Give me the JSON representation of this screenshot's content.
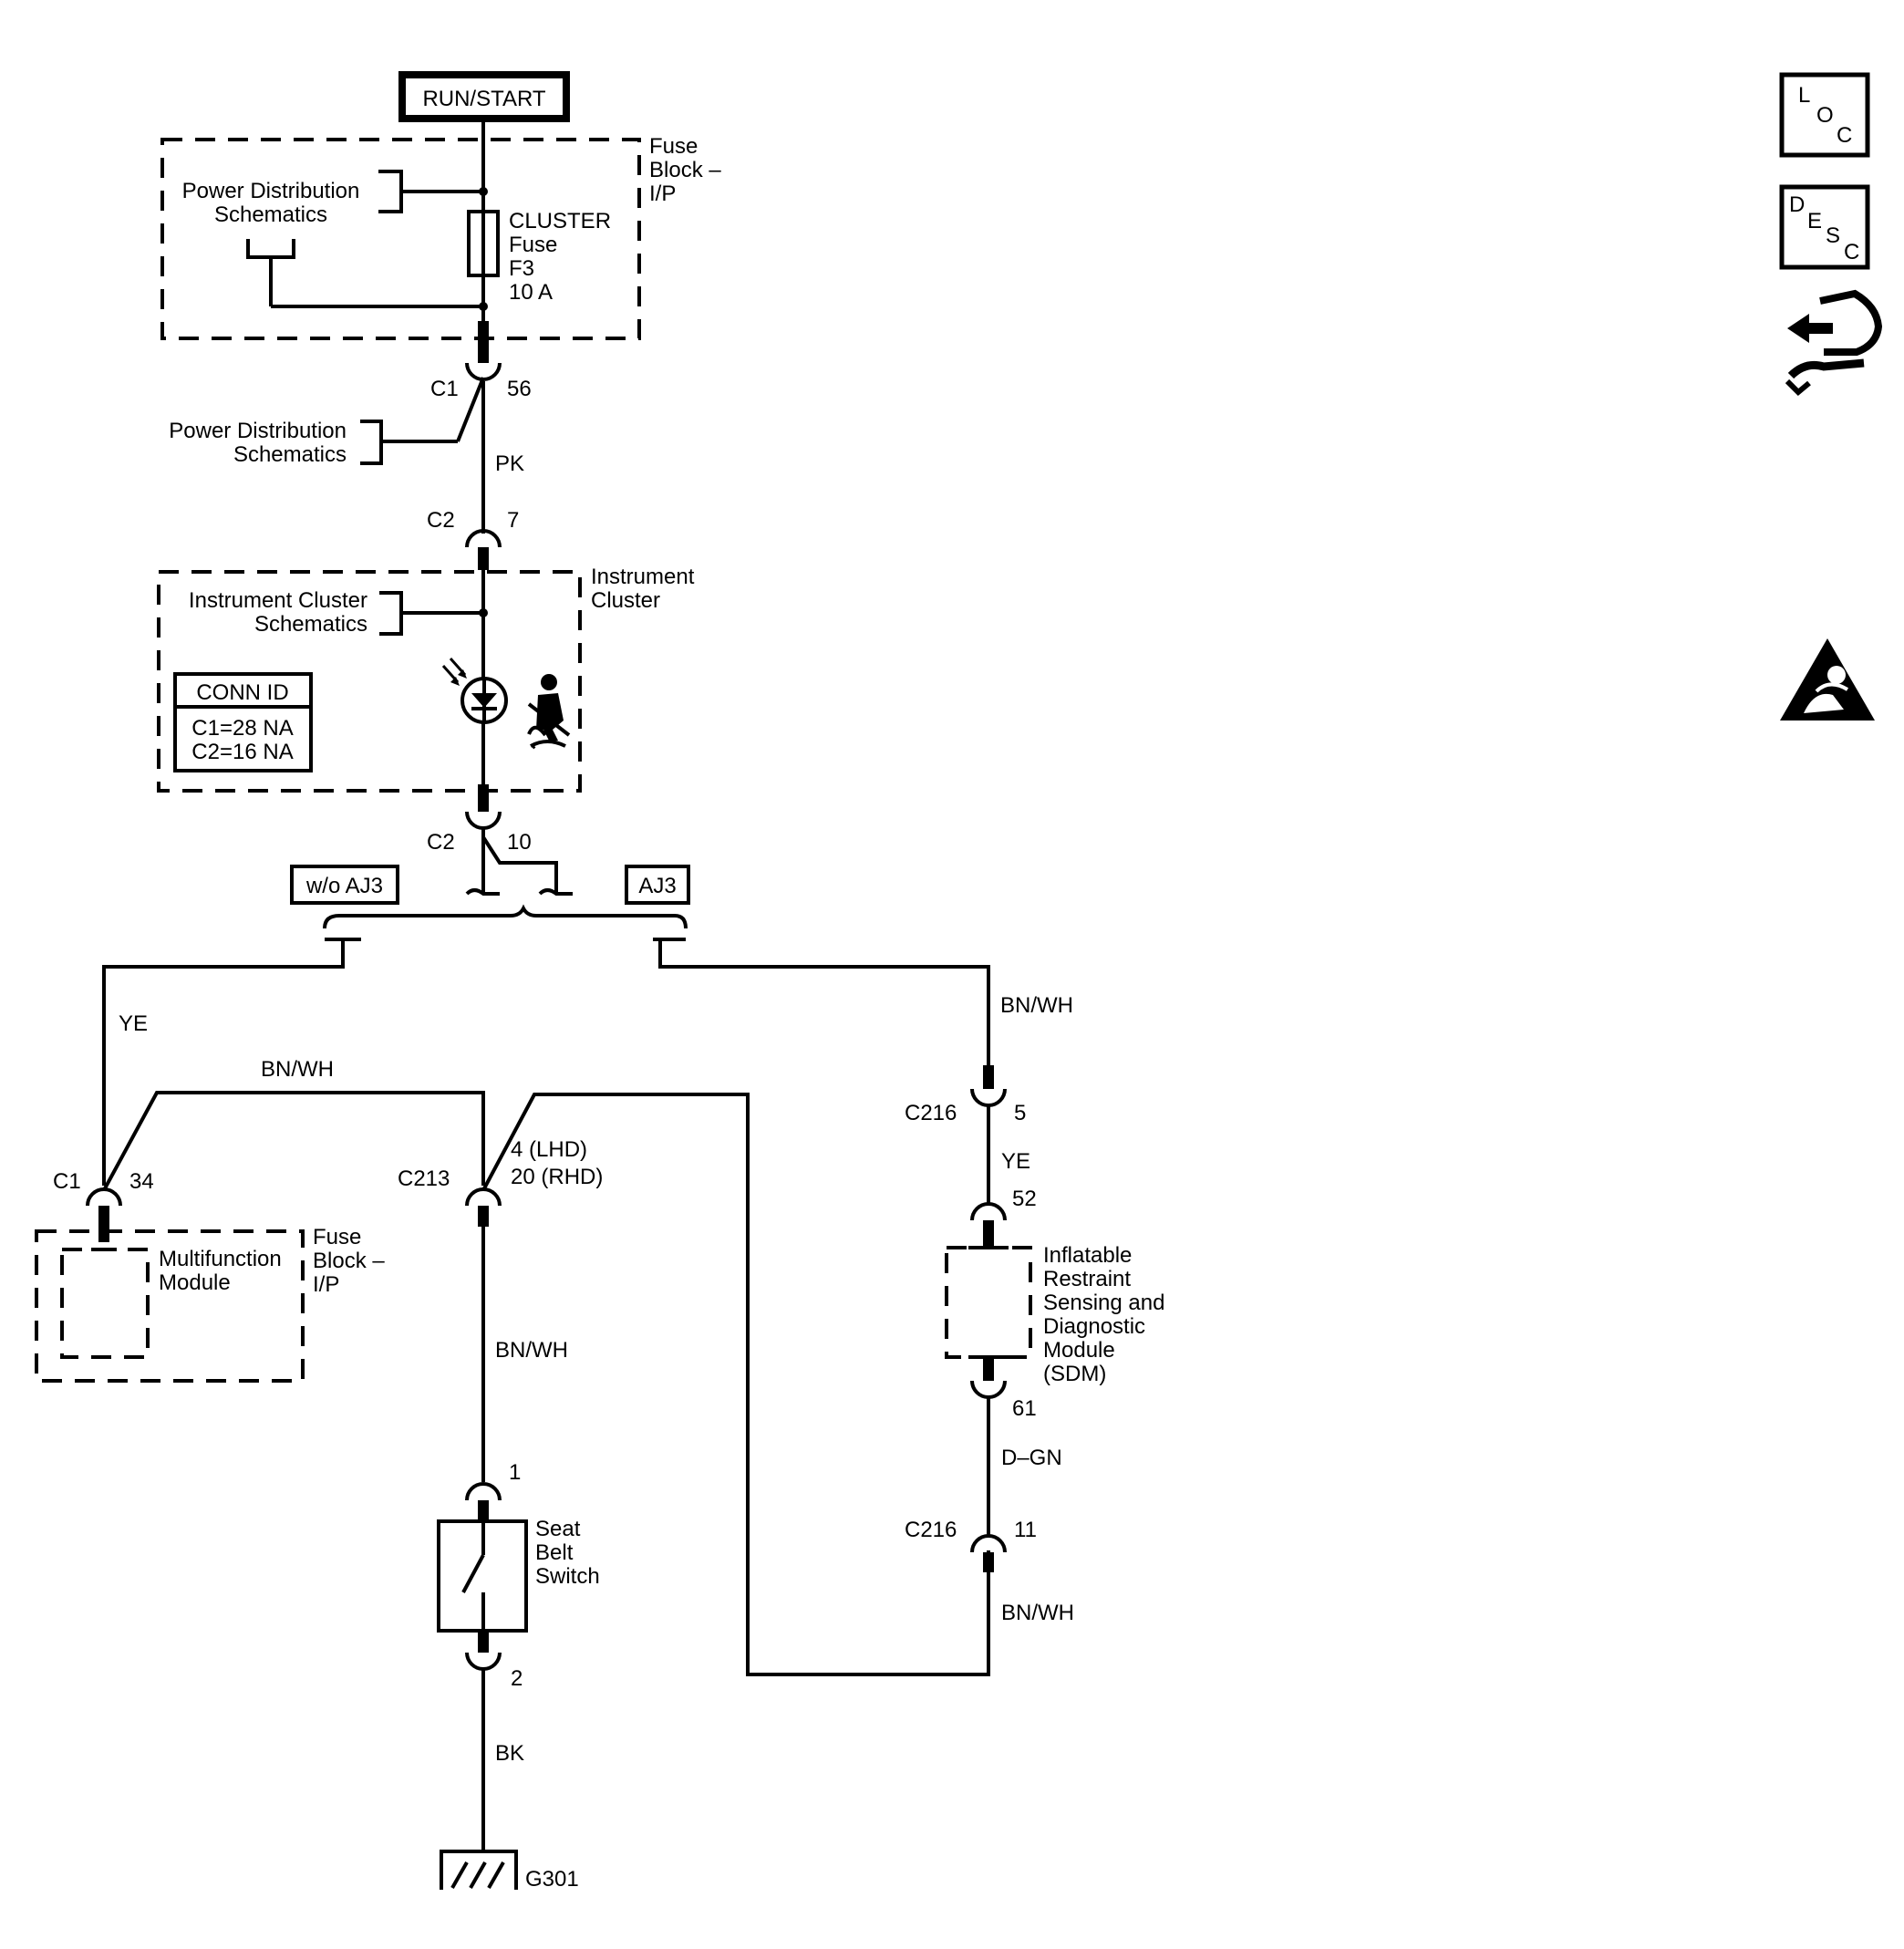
{
  "power": {
    "source": "RUN/START"
  },
  "fuse_block_top": {
    "title_lines": [
      "Fuse",
      "Block –",
      "I/P"
    ],
    "ref_lines": [
      "Power Distribution",
      "Schematics"
    ],
    "fuse_lines": [
      "CLUSTER",
      "Fuse",
      "F3",
      "10 A"
    ]
  },
  "conn_top": {
    "id": "C1",
    "pin": "56"
  },
  "ref_power_dist": {
    "lines": [
      "Power Distribution",
      "Schematics"
    ]
  },
  "wire_pk": "PK",
  "conn_c2_top": {
    "id": "C2",
    "pin": "7"
  },
  "instrument_cluster": {
    "title_lines": [
      "Instrument",
      "Cluster"
    ],
    "ref_lines": [
      "Instrument Cluster",
      "Schematics"
    ],
    "conn_id_header": "CONN ID",
    "conn_id_lines": [
      "C1=28 NA",
      "C2=16 NA"
    ]
  },
  "conn_c2_bottom": {
    "id": "C2",
    "pin": "10"
  },
  "options": {
    "left": "w/o AJ3",
    "right": "AJ3"
  },
  "wire_ye_left": "YE",
  "wire_bnwh_top": "BN/WH",
  "wire_bnwh_right": "BN/WH",
  "conn_c1_mfm": {
    "id": "C1",
    "pin": "34"
  },
  "conn_c213": {
    "id": "C213",
    "pin_lines": [
      "4 (LHD)",
      "20 (RHD)"
    ]
  },
  "multifunction_module": {
    "name_lines": [
      "Multifunction",
      "Module"
    ],
    "block_lines": [
      "Fuse",
      "Block –",
      "I/P"
    ]
  },
  "wire_bnwh_mid": "BN/WH",
  "seat_belt_switch": {
    "pin_top": "1",
    "pin_bottom": "2",
    "name_lines": [
      "Seat",
      "Belt",
      "Switch"
    ]
  },
  "wire_bk": "BK",
  "ground": "G301",
  "conn_c216_top": {
    "id": "C216",
    "pin": "5"
  },
  "wire_ye_right": "YE",
  "sdm": {
    "pin_top": "52",
    "pin_bottom": "61",
    "name_lines": [
      "Inflatable",
      "Restraint",
      "Sensing and",
      "Diagnostic",
      "Module",
      "(SDM)"
    ]
  },
  "wire_dgn": "D–GN",
  "conn_c216_bottom": {
    "id": "C216",
    "pin": "11"
  },
  "wire_bnwh_bottom": "BN/WH",
  "side_icons": {
    "loc": [
      "L",
      "O",
      "C"
    ],
    "desc": [
      "D",
      "E",
      "S",
      "C"
    ],
    "names": [
      "loc-icon",
      "desc-icon",
      "connector-repair-icon",
      "airbag-warning-icon"
    ]
  }
}
